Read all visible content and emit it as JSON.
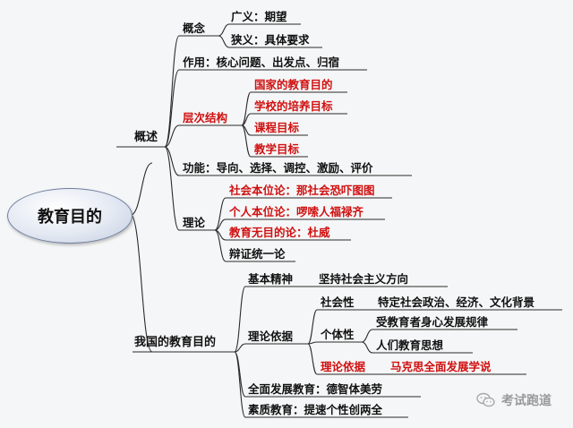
{
  "root": "教育目的",
  "branches": {
    "overview": {
      "label": "概述",
      "concept": {
        "label": "概念",
        "items": [
          "广义：期望",
          "狭义：具体要求"
        ]
      },
      "role": "作用：核心问题、出发点、归宿",
      "levels": {
        "label": "层次结构",
        "items": [
          "国家的教育目的",
          "学校的培养目标",
          "课程目标",
          "教学目标"
        ]
      },
      "functions": "功能：导向、选择、调控、激励、评价",
      "theory": {
        "label": "理论",
        "items": [
          "社会本位论：那社会恐吓图图",
          "个人本位论：啰嗦人福禄齐",
          "教育无目的论：杜威",
          "辩证统一论"
        ]
      }
    },
    "china": {
      "label": "我国的教育目的",
      "spirit": {
        "label": "基本精神",
        "value": "坚持社会主义方向"
      },
      "basis": {
        "label": "理论依据",
        "social": {
          "label": "社会性",
          "value": "特定社会政治、经济、文化背景"
        },
        "individual": {
          "label": "个体性",
          "items": [
            "受教育者身心发展规律",
            "人们教育思想"
          ]
        },
        "theoretical": {
          "label": "理论依据",
          "value": "马克思全面发展学说"
        }
      },
      "all_round": "全面发展教育：德智体美劳",
      "quality": "素质教育：提速个性创两全"
    }
  },
  "watermark": "考试跑道",
  "colors": {
    "line": "#2a2a2a",
    "highlight": "#d01010",
    "node_fill": "#dfe5f0"
  }
}
